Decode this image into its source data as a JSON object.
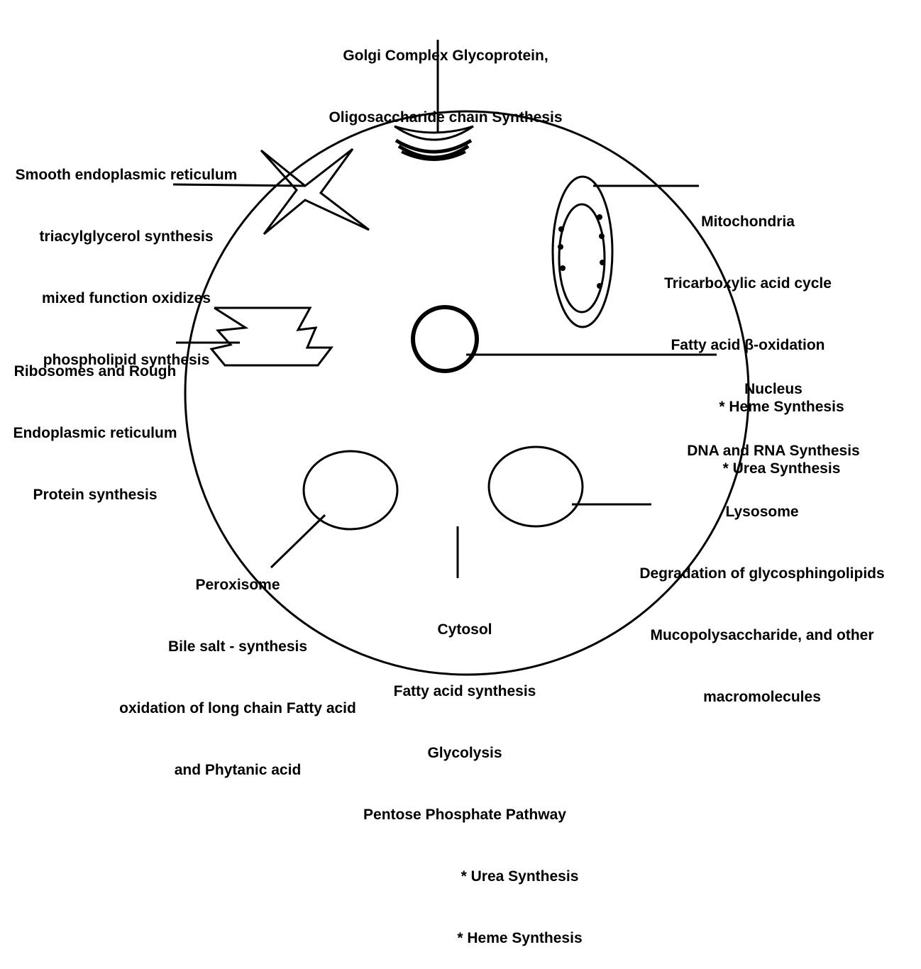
{
  "labels": {
    "golgi": [
      "Golgi Complex Glycoprotein,",
      "Oligosaccharide chain Synthesis"
    ],
    "ser": [
      "Smooth endoplasmic reticulum",
      "triacylglycerol synthesis",
      "mixed function oxidizes",
      "phospholipid synthesis"
    ],
    "mito": [
      "Mitochondria",
      "Tricarboxylic acid cycle",
      "Fatty acid β-oxidation",
      "* Heme Synthesis",
      "* Urea Synthesis"
    ],
    "rer": [
      "Ribosomes and Rough",
      "Endoplasmic reticulum",
      "Protein synthesis"
    ],
    "nucleus": [
      "Nucleus",
      "DNA and RNA Synthesis"
    ],
    "lysosome": [
      "Lysosome",
      "Degradation of glycosphingolipids",
      "Mucopolysaccharide, and other",
      "macromolecules"
    ],
    "peroxisome": [
      "Peroxisome",
      "Bile salt - synthesis",
      "oxidation of long chain Fatty acid",
      "and Phytanic acid"
    ],
    "cytosol": [
      "Cytosol",
      "Fatty acid synthesis",
      "Glycolysis",
      "Pentose Phosphate Pathway",
      "* Urea Synthesis",
      "* Heme Synthesis"
    ]
  },
  "colors": {
    "ink": "#000000",
    "background": "#ffffff"
  }
}
